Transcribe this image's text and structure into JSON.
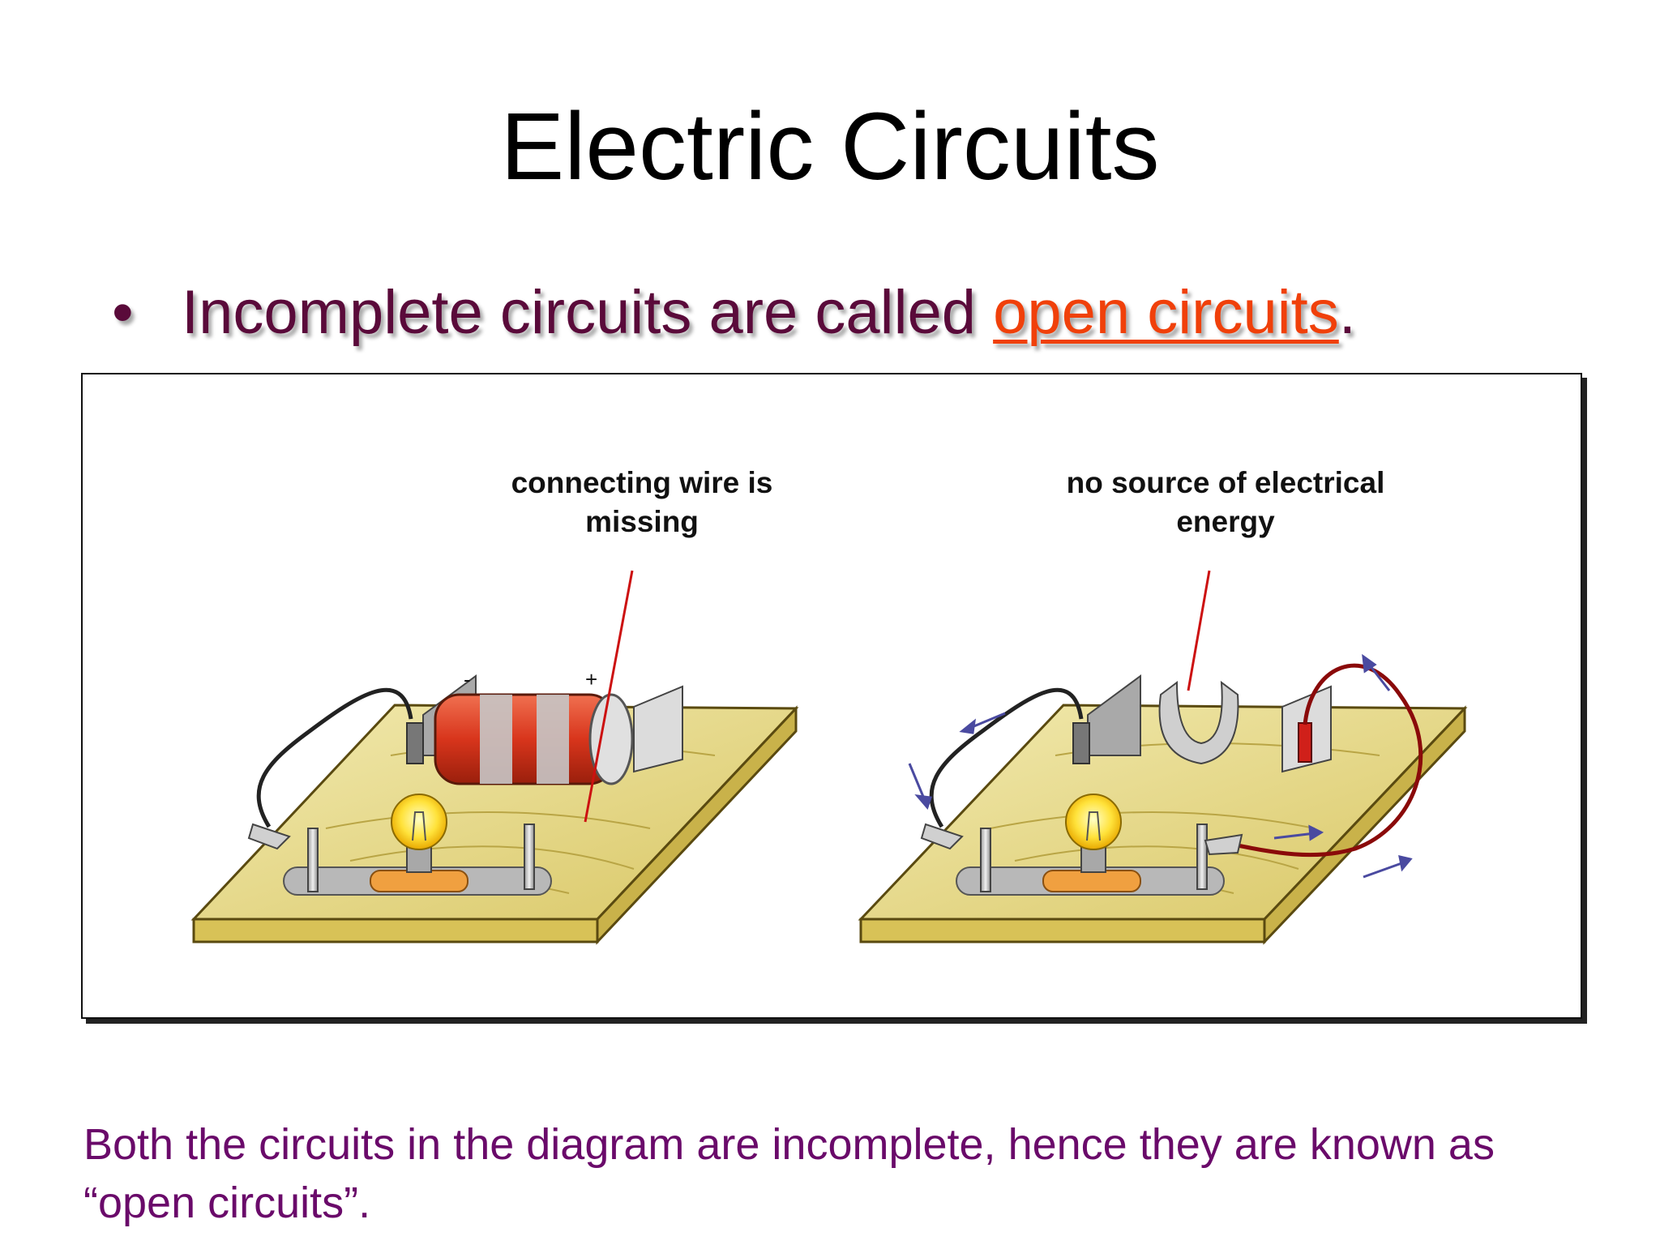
{
  "slide": {
    "title": "Electric Circuits",
    "bullet": {
      "marker": "•",
      "text_before": "Incomplete circuits are called ",
      "highlight": "open circuits",
      "text_after": "."
    },
    "figure": {
      "left_caption": "connecting wire is missing",
      "right_caption": "no source of electrical energy",
      "battery_minus": "-",
      "battery_plus": "+"
    },
    "footer": "Both the circuits in the diagram are incomplete, hence they are known as “open circuits”."
  },
  "colors": {
    "title": "#000000",
    "bullet_text": "#5a0a3a",
    "highlight": "#f0400a",
    "footer_text": "#6a0a6a",
    "pointer_line": "#cc1111",
    "board": "#e8dc8a",
    "battery": "#d8351c"
  }
}
